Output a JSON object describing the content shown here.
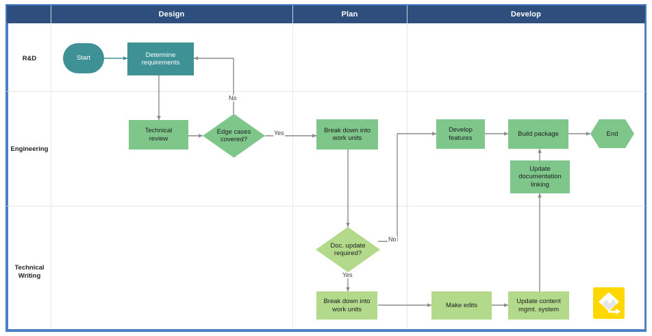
{
  "diagram": {
    "title": "Product development swimlane flowchart",
    "colors": {
      "header_band": "#2e4f7d",
      "frame_border": "#4a80c4",
      "teal": "#3e9195",
      "green": "#7fc68b",
      "light_green": "#b3d98b",
      "connector": "#8c8c8c",
      "logo_yellow": "#ffd800"
    },
    "phases": [
      {
        "id": "design",
        "label": "Design"
      },
      {
        "id": "plan",
        "label": "Plan"
      },
      {
        "id": "develop",
        "label": "Develop"
      }
    ],
    "lanes": [
      {
        "id": "rnd",
        "label": "R&D"
      },
      {
        "id": "eng",
        "label": "Engineering"
      },
      {
        "id": "techwrit",
        "label": "Technical\nWriting"
      }
    ],
    "nodes": [
      {
        "id": "start",
        "label": "Start",
        "shape": "oval",
        "lane": "rnd",
        "phase": "design"
      },
      {
        "id": "determine",
        "label": "Determine\nrequirements",
        "shape": "rect",
        "lane": "rnd",
        "phase": "design"
      },
      {
        "id": "techreview",
        "label": "Technical\nreview",
        "shape": "rect",
        "lane": "eng",
        "phase": "design"
      },
      {
        "id": "edgecases",
        "label": "Edge cases\ncovered?",
        "shape": "diamond",
        "lane": "eng",
        "phase": "design"
      },
      {
        "id": "breakdown1",
        "label": "Break down into\nwork units",
        "shape": "rect",
        "lane": "eng",
        "phase": "plan"
      },
      {
        "id": "developfeat",
        "label": "Develop\nfeatures",
        "shape": "rect",
        "lane": "eng",
        "phase": "develop"
      },
      {
        "id": "buildpkg",
        "label": "Build package",
        "shape": "rect",
        "lane": "eng",
        "phase": "develop"
      },
      {
        "id": "end",
        "label": "End",
        "shape": "hexagon",
        "lane": "eng",
        "phase": "develop"
      },
      {
        "id": "updatedoc",
        "label": "Update\ndocumentation\nlinking",
        "shape": "rect",
        "lane": "eng",
        "phase": "develop"
      },
      {
        "id": "docupdate",
        "label": "Doc. update\nrequired?",
        "shape": "diamond",
        "lane": "techwrit",
        "phase": "plan"
      },
      {
        "id": "breakdown2",
        "label": "Break down into\nwork units",
        "shape": "rect",
        "lane": "techwrit",
        "phase": "plan"
      },
      {
        "id": "makeedits",
        "label": "Make edits",
        "shape": "rect",
        "lane": "techwrit",
        "phase": "develop"
      },
      {
        "id": "updatecms",
        "label": "Update content\nmgmt. system",
        "shape": "rect",
        "lane": "techwrit",
        "phase": "develop"
      }
    ],
    "edges": [
      {
        "from": "start",
        "to": "determine",
        "label": ""
      },
      {
        "from": "determine",
        "to": "techreview",
        "label": ""
      },
      {
        "from": "techreview",
        "to": "edgecases",
        "label": ""
      },
      {
        "from": "edgecases",
        "to": "determine",
        "label": "No"
      },
      {
        "from": "edgecases",
        "to": "breakdown1",
        "label": "Yes"
      },
      {
        "from": "breakdown1",
        "to": "docupdate",
        "label": ""
      },
      {
        "from": "docupdate",
        "to": "developfeat",
        "label": "No"
      },
      {
        "from": "docupdate",
        "to": "breakdown2",
        "label": "Yes"
      },
      {
        "from": "developfeat",
        "to": "buildpkg",
        "label": ""
      },
      {
        "from": "buildpkg",
        "to": "end",
        "label": ""
      },
      {
        "from": "updatedoc",
        "to": "buildpkg",
        "label": ""
      },
      {
        "from": "breakdown2",
        "to": "makeedits",
        "label": ""
      },
      {
        "from": "makeedits",
        "to": "updatecms",
        "label": ""
      },
      {
        "from": "updatecms",
        "to": "updatedoc",
        "label": ""
      }
    ],
    "edge_labels": [
      {
        "id": "no-edgecases",
        "text": "No"
      },
      {
        "id": "yes-edgecases",
        "text": "Yes"
      },
      {
        "id": "no-docupdate",
        "text": "No"
      },
      {
        "id": "yes-docupdate",
        "text": "Yes"
      }
    ],
    "watermark": {
      "name": "app-logo",
      "alt": "diagram app logo"
    }
  }
}
